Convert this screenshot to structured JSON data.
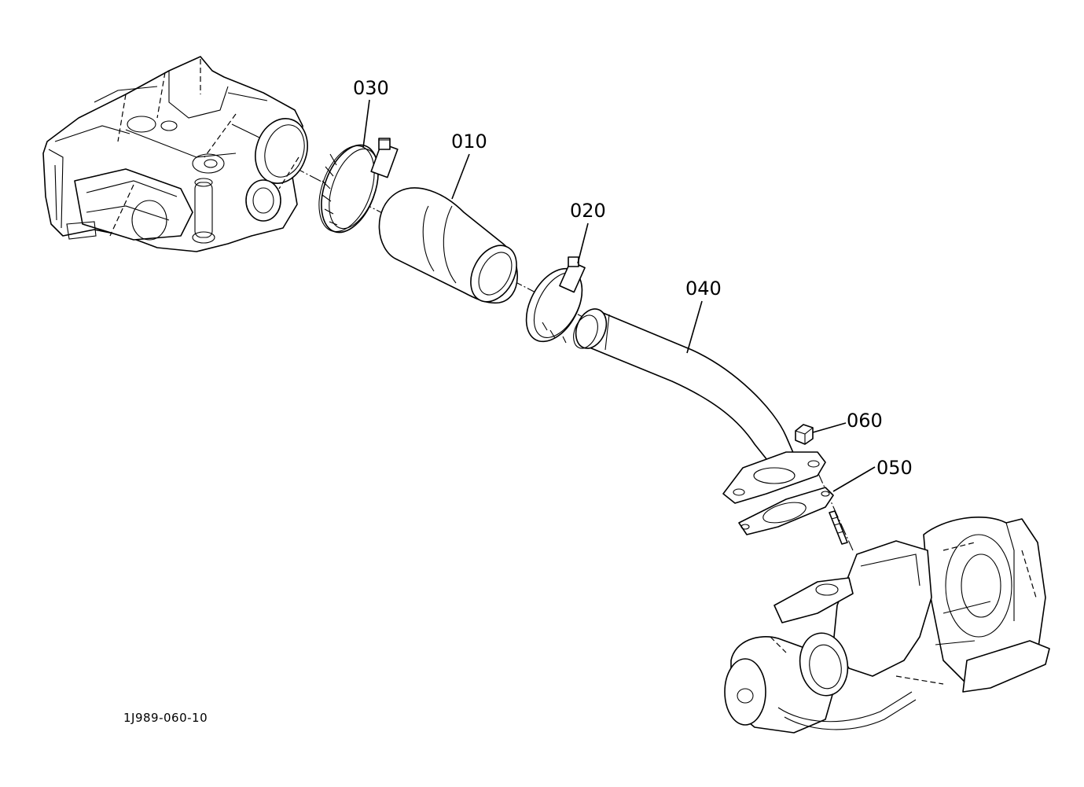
{
  "diagram": {
    "drawing_number": "1J989-060-10",
    "parts": [
      {
        "ref": "010",
        "name": "hose-reducer"
      },
      {
        "ref": "020",
        "name": "hose-clamp-small"
      },
      {
        "ref": "030",
        "name": "hose-clamp-large"
      },
      {
        "ref": "040",
        "name": "intake-pipe"
      },
      {
        "ref": "050",
        "name": "flange-gasket"
      },
      {
        "ref": "060",
        "name": "hex-nut"
      }
    ]
  }
}
